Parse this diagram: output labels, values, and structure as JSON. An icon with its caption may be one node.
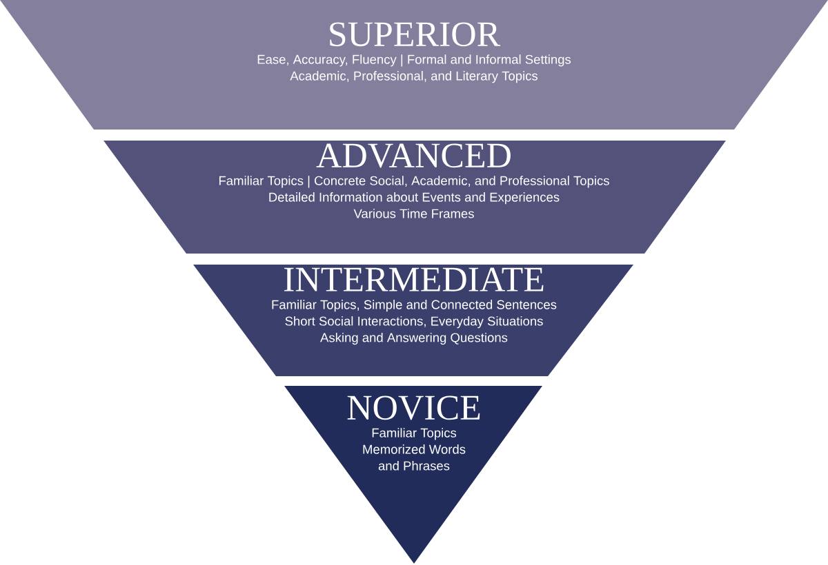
{
  "diagram": {
    "nodes": [
      {
        "text": [
          "SUPERIOR",
          "Ease, Accuracy, Fluency  |  Formal and Informal Settings",
          "Academic, Professional, and Literary Topics"
        ]
      },
      {
        "text": [
          "ADVANCED",
          "Familiar Topics  |  Concrete Social, Academic, and Professional Topics",
          "Detailed Information about Events and Experiences",
          "Various Time Frames"
        ]
      },
      {
        "text": [
          "INTERMEDIATE",
          "Familiar Topics, Simple and Connected Sentences",
          "Short Social Interactions, Everyday Situations",
          "Asking and Answering Questions"
        ]
      },
      {
        "text": [
          "NOVICE",
          "Familiar Topics",
          "Memorized Words",
          "and Phrases"
        ]
      }
    ]
  }
}
